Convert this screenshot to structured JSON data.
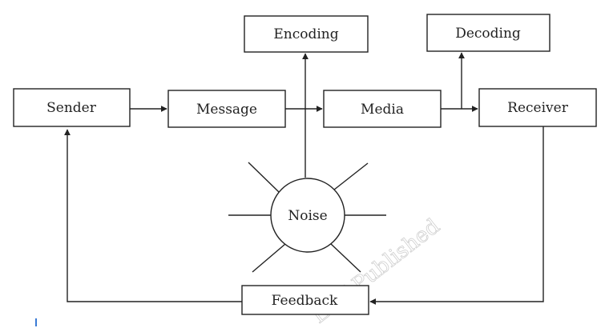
{
  "diagram": {
    "nodes": {
      "sender": "Sender",
      "message": "Message",
      "media": "Media",
      "receiver": "Receiver",
      "encoding": "Encoding",
      "decoding": "Decoding",
      "feedback": "Feedback",
      "noise": "Noise"
    },
    "watermark": "ERT Published"
  }
}
